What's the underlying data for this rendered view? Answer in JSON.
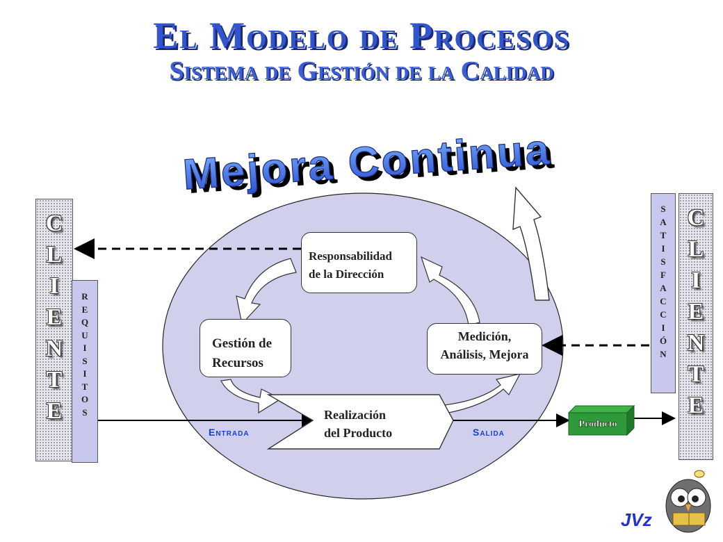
{
  "title": "El Modelo de Procesos",
  "subtitle": "Sistema de Gestión de la Calidad",
  "banner": "Mejora Continua",
  "cliente_left": [
    "C",
    "L",
    "I",
    "E",
    "N",
    "T",
    "E"
  ],
  "cliente_right": [
    "C",
    "L",
    "I",
    "E",
    "N",
    "T",
    "E"
  ],
  "requisitos": [
    "R",
    "E",
    "Q",
    "U",
    "I",
    "S",
    "I",
    "T",
    "O",
    "S"
  ],
  "satisfaccion": [
    "S",
    "A",
    "T",
    "I",
    "S",
    "F",
    "A",
    "C",
    "C",
    "I",
    "Ó",
    "N"
  ],
  "boxes": {
    "responsabilidad": [
      "Responsabilidad",
      "de la Dirección"
    ],
    "gestion": [
      "Gestión de",
      "Recursos"
    ],
    "medicion": [
      "Medición,",
      "Análisis, Mejora"
    ],
    "realizacion": [
      "Realización",
      "del Producto"
    ]
  },
  "producto": "Producto",
  "entrada": "Entrada",
  "salida": "Salida",
  "author": "JVz",
  "colors": {
    "title": "#3355cc",
    "ellipse": "#d0d0ec",
    "producto": "#2e9a3a",
    "banner": "#3a66e0"
  }
}
